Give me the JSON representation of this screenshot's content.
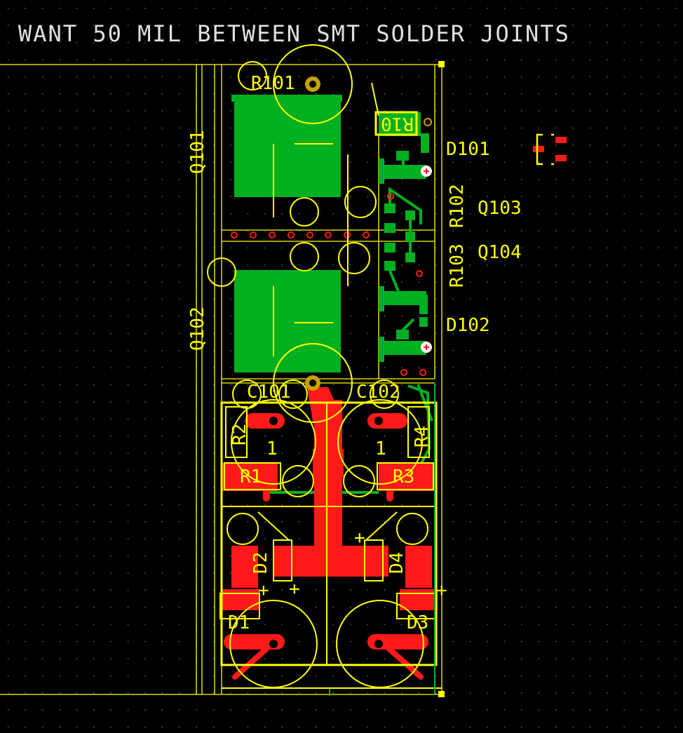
{
  "note": "WANT 50 MIL BETWEEN SMT SOLDER JOINTS",
  "refdes": {
    "r101": "R101",
    "q101": "Q101",
    "q102": "Q102",
    "r10": "R10",
    "d101": "D101",
    "r102": "R102",
    "q103": "Q103",
    "r103": "R103",
    "q104": "Q104",
    "d102": "D102",
    "c101": "C101",
    "c102": "C102",
    "r1": "R1",
    "r2": "R2",
    "r3": "R3",
    "r4": "R4",
    "d1": "D1",
    "d2": "D2",
    "d3": "D3",
    "d4": "D4",
    "pin1_left": "1",
    "pin1_right": "1",
    "plus_a": "+",
    "plus_b": "+",
    "plus_c": "+",
    "plus_d": "+"
  },
  "colors": {
    "background": "#000000",
    "grid": "#5a5a5a",
    "silkscreen": "#ffff00",
    "top_copper": "#ff1a1a",
    "bottom_copper": "#00b020",
    "pad": "#c8a000",
    "text": "#e0e0e0"
  }
}
